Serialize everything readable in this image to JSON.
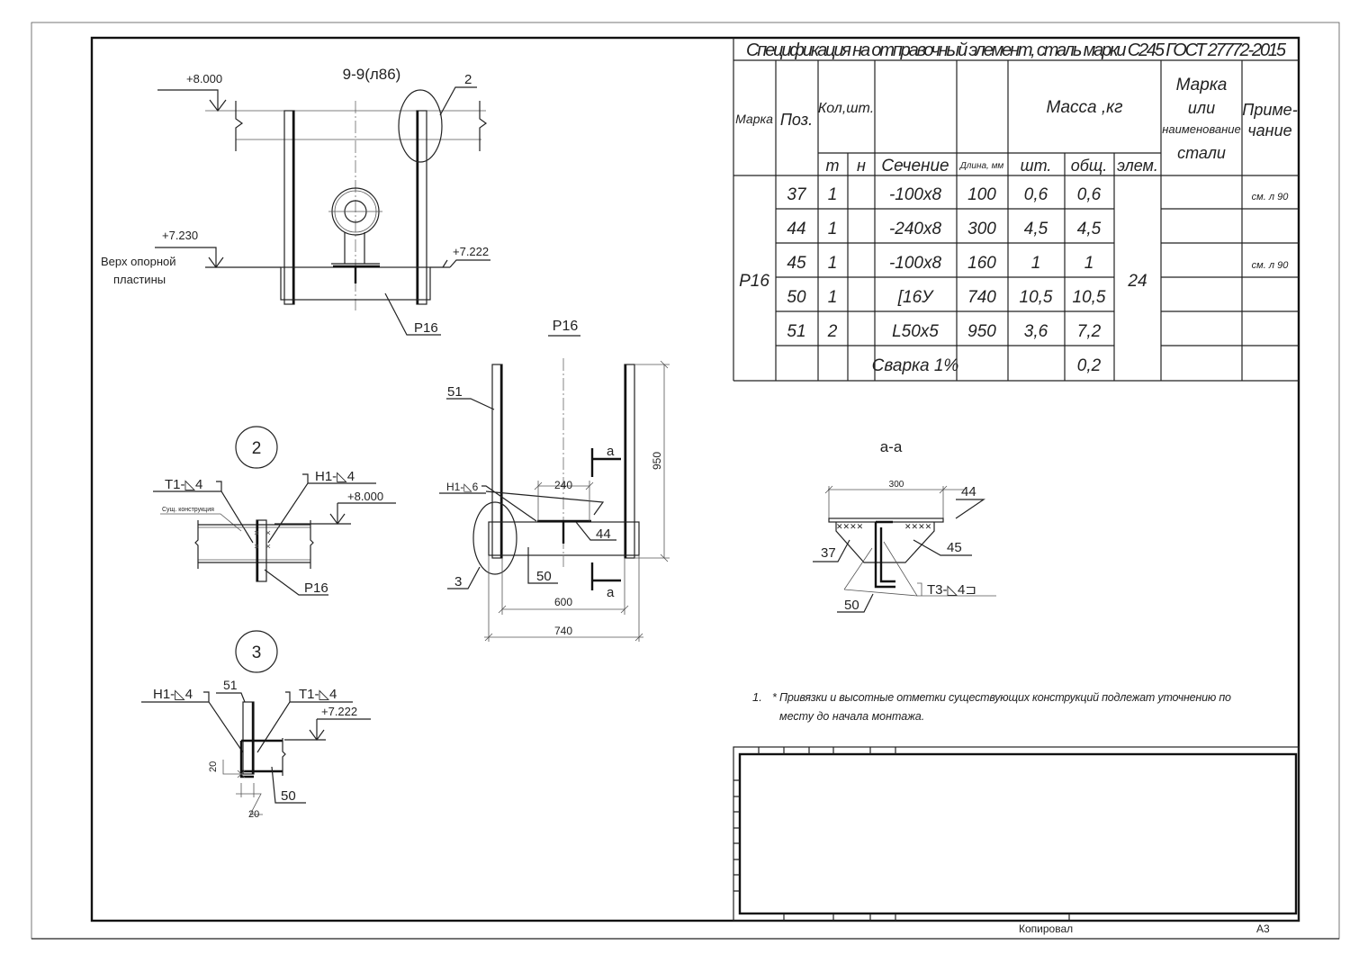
{
  "spec": {
    "title": "Спецификация на отправочный элемент, сталь марки С245 ГОСТ 27772-2015",
    "headers": {
      "marka": "Марка",
      "poz": "Поз.",
      "kol": "Кол,шт.",
      "m": "т",
      "n": "н",
      "sechenie": "Сечение",
      "dlina": "Длина, мм",
      "massa": "Масса ,кг",
      "sht": "шт.",
      "obsh": "общ.",
      "elem": "элем.",
      "steel_l1": "Марка",
      "steel_l2": "или",
      "steel_l3": "наименование",
      "steel_l4": "стали",
      "prim_l1": "Приме-",
      "prim_l2": "чание"
    },
    "group_mark": "Р16",
    "elem_mass": "24",
    "rows": [
      {
        "poz": "37",
        "m": "1",
        "sechenie": "-100х8",
        "dlina": "100",
        "sht": "0,6",
        "obsh": "0,6",
        "prim": "см. л 90"
      },
      {
        "poz": "44",
        "m": "1",
        "sechenie": "-240х8",
        "dlina": "300",
        "sht": "4,5",
        "obsh": "4,5",
        "prim": ""
      },
      {
        "poz": "45",
        "m": "1",
        "sechenie": "-100х8",
        "dlina": "160",
        "sht": "1",
        "obsh": "1",
        "prim": "см. л 90"
      },
      {
        "poz": "50",
        "m": "1",
        "sechenie": "[16У",
        "dlina": "740",
        "sht": "10,5",
        "obsh": "10,5",
        "prim": ""
      },
      {
        "poz": "51",
        "m": "2",
        "sechenie": "L50х5",
        "dlina": "950",
        "sht": "3,6",
        "obsh": "7,2",
        "prim": ""
      },
      {
        "poz": "",
        "m": "",
        "sechenie": "Сварка 1%",
        "dlina": "",
        "sht": "",
        "obsh": "0,2",
        "prim": ""
      }
    ]
  },
  "view99": {
    "title": "9-9(л86)",
    "elev_top": "+8.000",
    "elev_plate": "+7.230",
    "plate_l1": "Верх опорной",
    "plate_l2": "пластины",
    "elev_right": "+7.222",
    "callout": "2",
    "mark": "Р16"
  },
  "node2": {
    "num": "2",
    "weld_left": "Т1-◺4",
    "weld_right": "Н1-◺4",
    "elev": "+8.000",
    "existing": "Сущ. конструкция",
    "mark": "Р16"
  },
  "node3": {
    "num": "3",
    "weld_left": "Н1-◺4",
    "pos": "51",
    "weld_right": "Т1-◺4",
    "elev": "+7.222",
    "dim1": "20",
    "dim2": "20",
    "pos2": "50"
  },
  "p16": {
    "title": "Р16",
    "pos51": "51",
    "weld": "Н1-◺6",
    "dim240": "240",
    "pos44": "44",
    "pos50": "50",
    "callout3": "3",
    "dim600": "600",
    "dim740": "740",
    "dim950": "950",
    "cut_top": "а",
    "cut_bottom": "а"
  },
  "section_aa": {
    "title": "а-а",
    "dim300": "300",
    "pos44": "44",
    "pos37": "37",
    "pos45": "45",
    "pos50": "50",
    "weld": "Т3-◺4⊐"
  },
  "note": {
    "num": "1.",
    "line1": "* Привязки и высотные отметки существующих конструкций подлежат уточнению по",
    "line2": "месту до начала монтажа."
  },
  "footer": {
    "copied": "Копировал",
    "format": "А3"
  }
}
